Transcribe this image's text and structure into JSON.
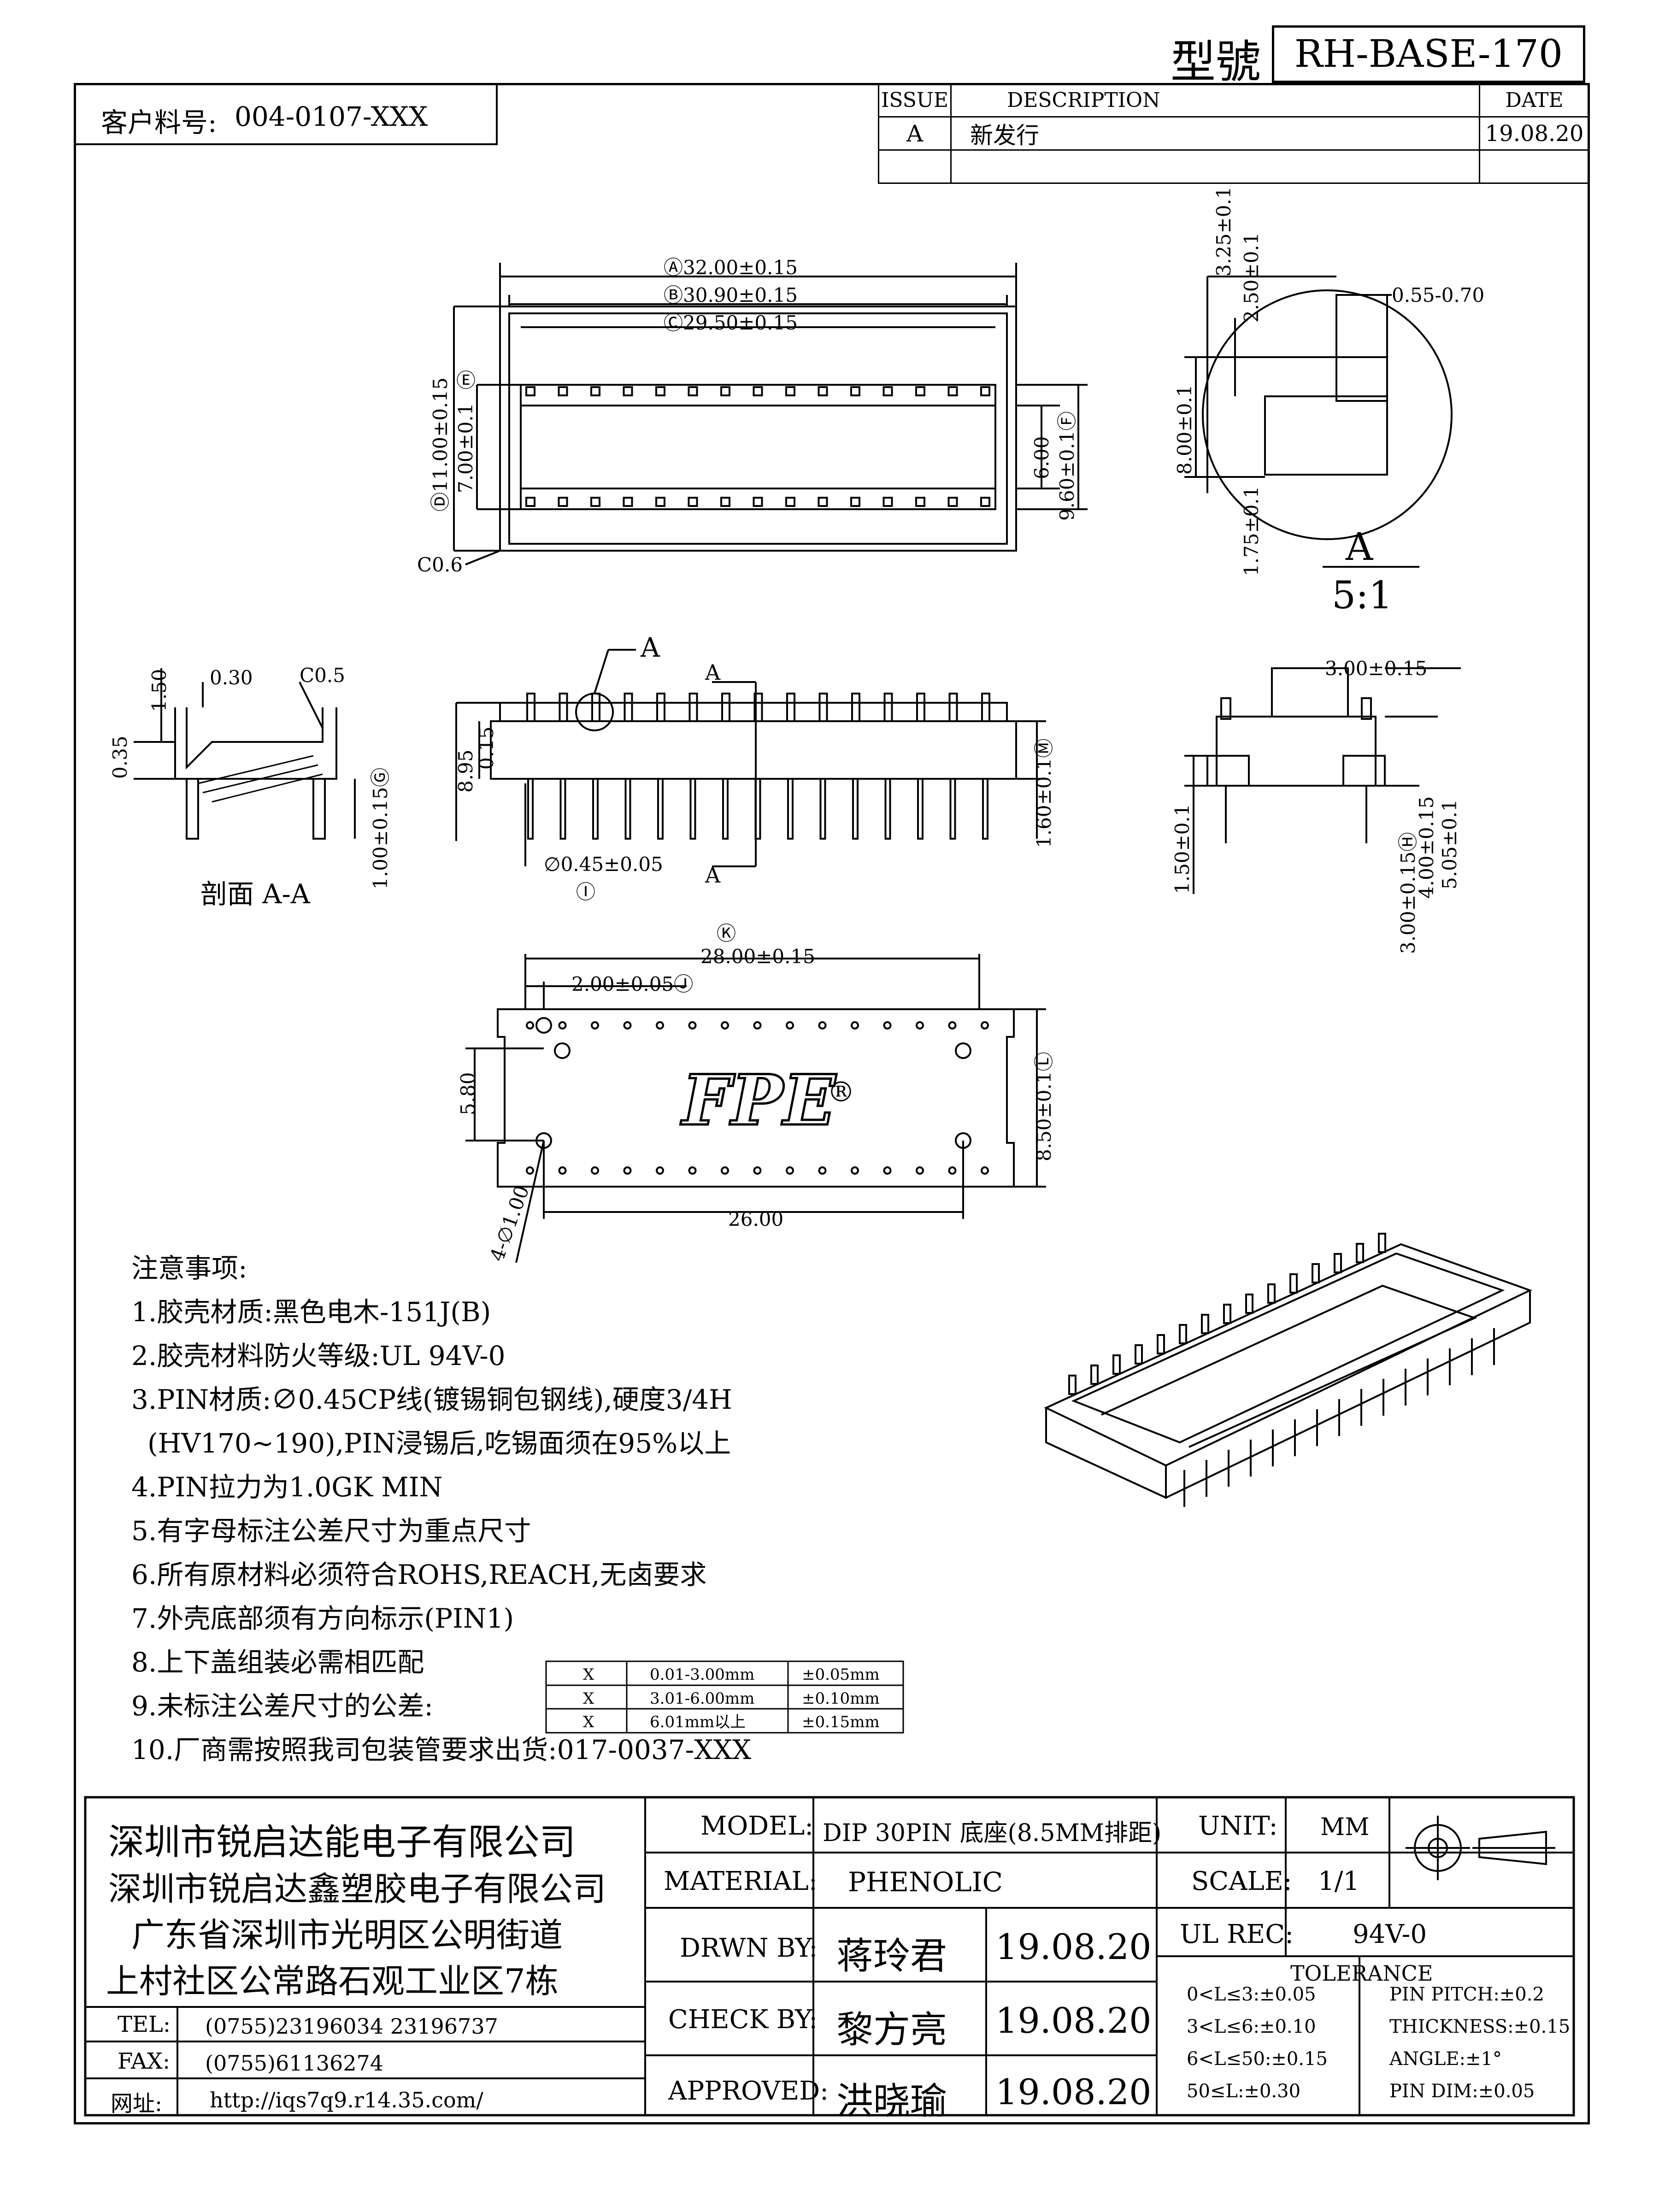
{
  "header": {
    "model_label": "型號",
    "model_value": "RH-BASE-170",
    "customer_part_label": "客户料号:",
    "customer_part_value": "004-0107-XXX"
  },
  "revision_table": {
    "headers": [
      "ISSUE",
      "DESCRIPTION",
      "DATE"
    ],
    "rows": [
      {
        "issue": "A",
        "description": "新发行",
        "date": "19.08.20"
      }
    ]
  },
  "drawing": {
    "top_view": {
      "dims": [
        "Ⓐ32.00±0.15",
        "Ⓑ30.90±0.15",
        "Ⓒ29.50±0.15",
        "Ⓔ",
        "Ⓓ11.00±0.15",
        "7.00±0.1",
        "6.00",
        "9.60±0.1Ⓕ",
        "C0.6"
      ]
    },
    "detail_a": {
      "dims": [
        "3.25±0.1",
        "2.50±0.1",
        "0.55-0.70",
        "8.00±0.1",
        "1.75±0.1"
      ],
      "label": "A",
      "scale": "5:1"
    },
    "section_aa": {
      "dims": [
        "1.50",
        "0.30",
        "C0.5",
        "0.35",
        "1.00±0.15Ⓖ"
      ],
      "label": "剖面  A-A"
    },
    "front_view": {
      "dims": [
        "A",
        "A",
        "A",
        "8.95",
        "0.15",
        "1.60±0.1Ⓜ",
        "∅0.45±0.05",
        "Ⓘ"
      ]
    },
    "side_view": {
      "dims": [
        "3.00±0.15",
        "1.50±0.1",
        "3.00±0.15Ⓗ",
        "4.00±0.15",
        "5.05±0.1"
      ]
    },
    "bottom_view": {
      "dims": [
        "Ⓚ",
        "28.00±0.15",
        "2.00±0.05Ⓙ",
        "5.80",
        "8.50±0.1Ⓛ",
        "26.00",
        "4-∅1.00"
      ],
      "logo_text": "FPE"
    }
  },
  "notes": {
    "title": "注意事项:",
    "items": [
      "1.胶壳材质:黑色电木-151J(B)",
      "2.胶壳材料防火等级:UL 94V-0",
      "3.PIN材质:∅0.45CP线(镀锡铜包钢线),硬度3/4H",
      "(HV170~190),PIN浸锡后,吃锡面须在95%以上",
      "4.PIN拉力为1.0GK MIN",
      "5.有字母标注公差尺寸为重点尺寸",
      "6.所有原材料必须符合ROHS,REACH,无卤要求",
      "7.外壳底部须有方向标示(PIN1)",
      "8.上下盖组装必需相匹配",
      "9.未标注公差尺寸的公差:",
      "10.厂商需按照我司包装管要求出货:017-0037-XXX"
    ],
    "tolerance_table": [
      {
        "x": "X",
        "range": "0.01-3.00mm",
        "tol": "±0.05mm"
      },
      {
        "x": "X",
        "range": "3.01-6.00mm",
        "tol": "±0.10mm"
      },
      {
        "x": "X",
        "range": "6.01mm以上",
        "tol": "±0.15mm"
      }
    ]
  },
  "title_block": {
    "company": [
      "深圳市锐启达能电子有限公司",
      "深圳市锐启达鑫塑胶电子有限公司",
      "广东省深圳市光明区公明街道",
      "上村社区公常路石观工业区7栋"
    ],
    "tel_label": "TEL:",
    "tel_value": "(0755)23196034  23196737",
    "fax_label": "FAX:",
    "fax_value": "(0755)61136274",
    "web_label": "网址:",
    "web_value": "http://iqs7q9.r14.35.com/",
    "model_label": "MODEL:",
    "model_value": "DIP 30PIN 底座(8.5MM排距)",
    "material_label": "MATERIAL:",
    "material_value": "PHENOLIC",
    "drawn_label": "DRWN BY:",
    "drawn_name": "蒋玲君",
    "drawn_date": "19.08.20",
    "check_label": "CHECK BY:",
    "check_name": "黎方亮",
    "check_date": "19.08.20",
    "approved_label": "APPROVED:",
    "approved_name": "洪晓瑜",
    "approved_date": "19.08.20",
    "unit_label": "UNIT:",
    "unit_value": "MM",
    "scale_label": "SCALE:",
    "scale_value": "1/1",
    "ul_label": "UL REC:",
    "ul_value": "94V-0",
    "tolerance_label": "TOLERANCE",
    "tol_left": [
      "0<L≤3:±0.05",
      "3<L≤6:±0.10",
      "6<L≤50:±0.15",
      "50≤L:±0.30"
    ],
    "tol_right": [
      "PIN PITCH:±0.2",
      "THICKNESS:±0.15",
      "ANGLE:±1°",
      "PIN DIM:±0.05"
    ]
  }
}
